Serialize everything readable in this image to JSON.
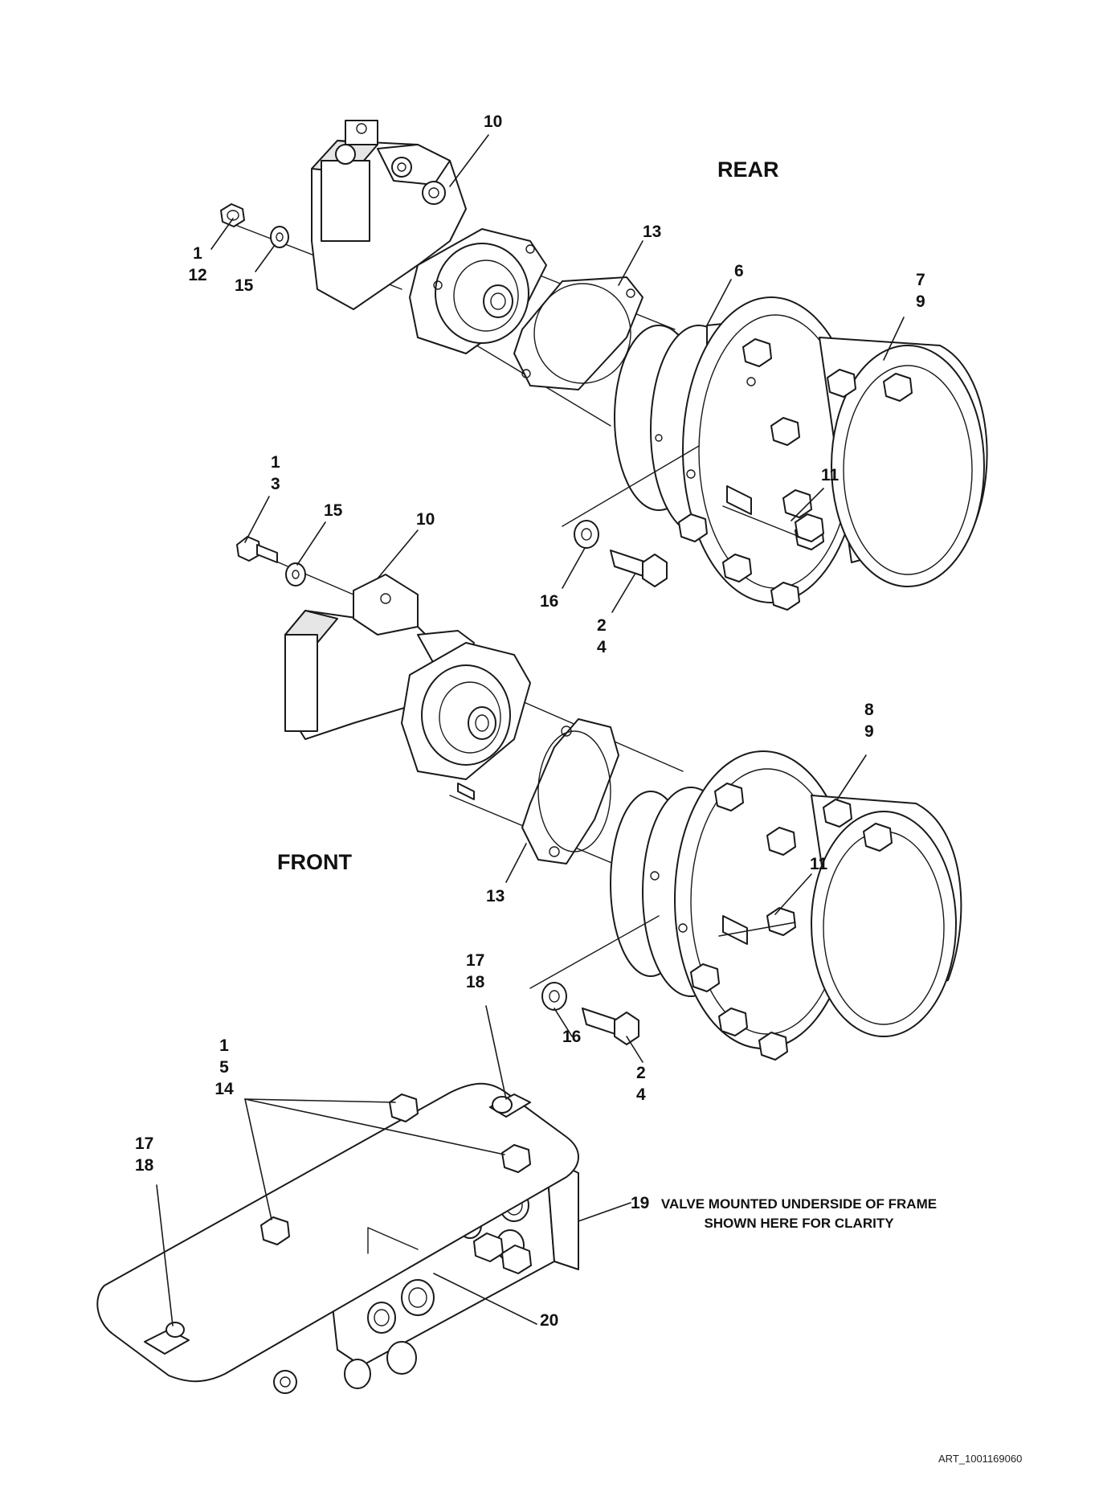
{
  "headings": {
    "rear": "REAR",
    "front": "FRONT"
  },
  "callouts": {
    "rear_motor": "10",
    "rear_nut": [
      "1",
      "12"
    ],
    "rear_washer": "15",
    "rear_gasket": "13",
    "rear_item6": "6",
    "rear_hub": [
      "7",
      "9"
    ],
    "rear_stud": "11",
    "front_bolt": [
      "1",
      "3"
    ],
    "front_washer": "15",
    "front_motor": "10",
    "rear_lower_washer": "16",
    "rear_lower_bolt": [
      "2",
      "4"
    ],
    "front_hub": [
      "8",
      "9"
    ],
    "front_stud": "11",
    "front_gasket": "13",
    "valve_bracket_right": [
      "17",
      "18"
    ],
    "front_lower_washer": "16",
    "front_lower_bolt": [
      "2",
      "4"
    ],
    "valve_bolts": [
      "1",
      "5",
      "14"
    ],
    "valve_bracket_left": [
      "17",
      "18"
    ],
    "valve": "19",
    "valve_fitting": "20"
  },
  "note": [
    "VALVE MOUNTED UNDERSIDE OF FRAME",
    "SHOWN HERE FOR CLARITY"
  ],
  "art_id": "ART_1001169060"
}
